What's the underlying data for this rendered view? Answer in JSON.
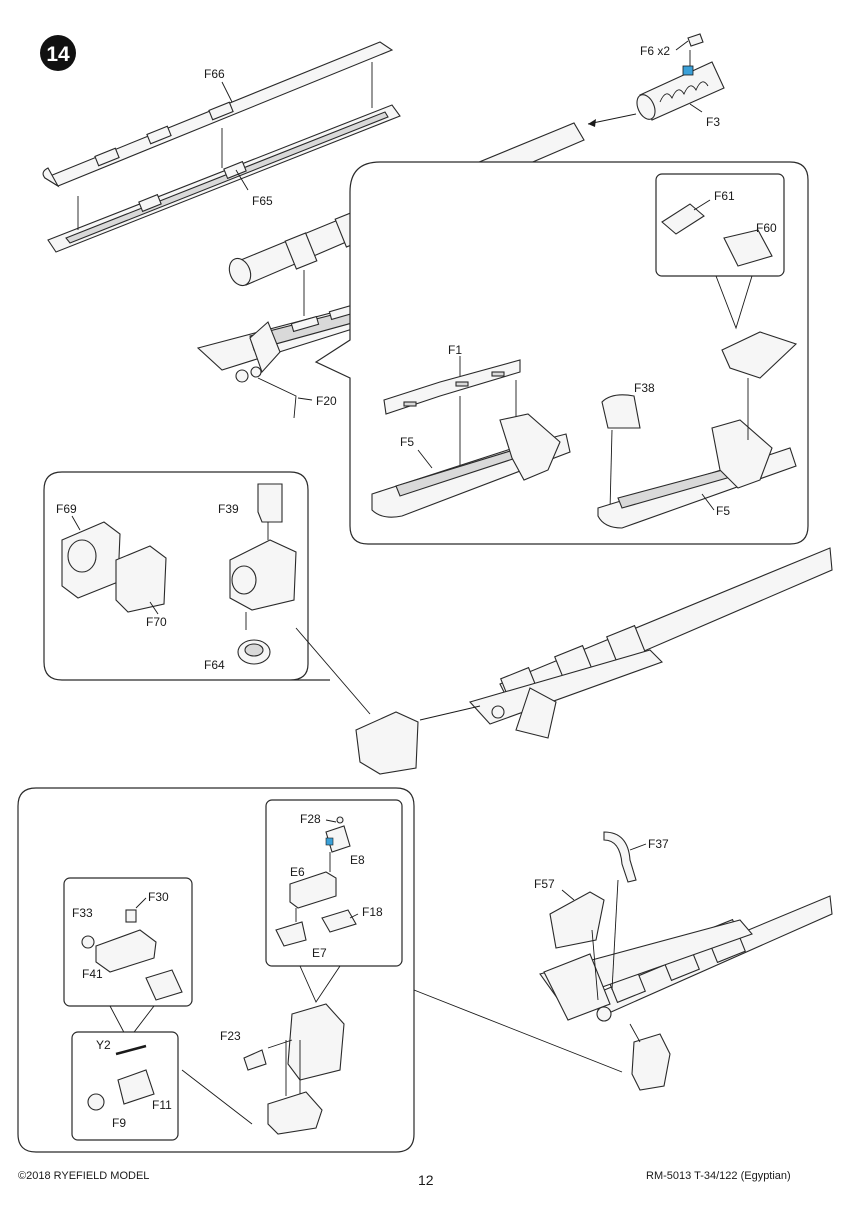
{
  "step": {
    "number": "14"
  },
  "labels": {
    "f66": "F66",
    "f65": "F65",
    "f3": "F3",
    "f6": "F6 x2",
    "f20": "F20",
    "f1": "F1",
    "f5a": "F5",
    "f38": "F38",
    "f5b": "F5",
    "f61": "F61",
    "f60": "F60",
    "f69": "F69",
    "f39": "F39",
    "f70": "F70",
    "f64": "F64",
    "f28": "F28",
    "e8": "E8",
    "e6": "E6",
    "f18": "F18",
    "e7": "E7",
    "f30": "F30",
    "f33": "F33",
    "f41": "F41",
    "y2": "Y2",
    "f11": "F11",
    "f9": "F9",
    "f23": "F23",
    "f57": "F57",
    "f37": "F37"
  },
  "footer": {
    "copyright": "©2018 RYEFIELD MODEL",
    "page_number": "12",
    "kit_code": "RM-5013 T-34/122 (Egyptian)"
  },
  "colors": {
    "accent_part": "#3aa0d8",
    "line": "#2a2a2a",
    "part_fill": "#f6f6f6"
  }
}
